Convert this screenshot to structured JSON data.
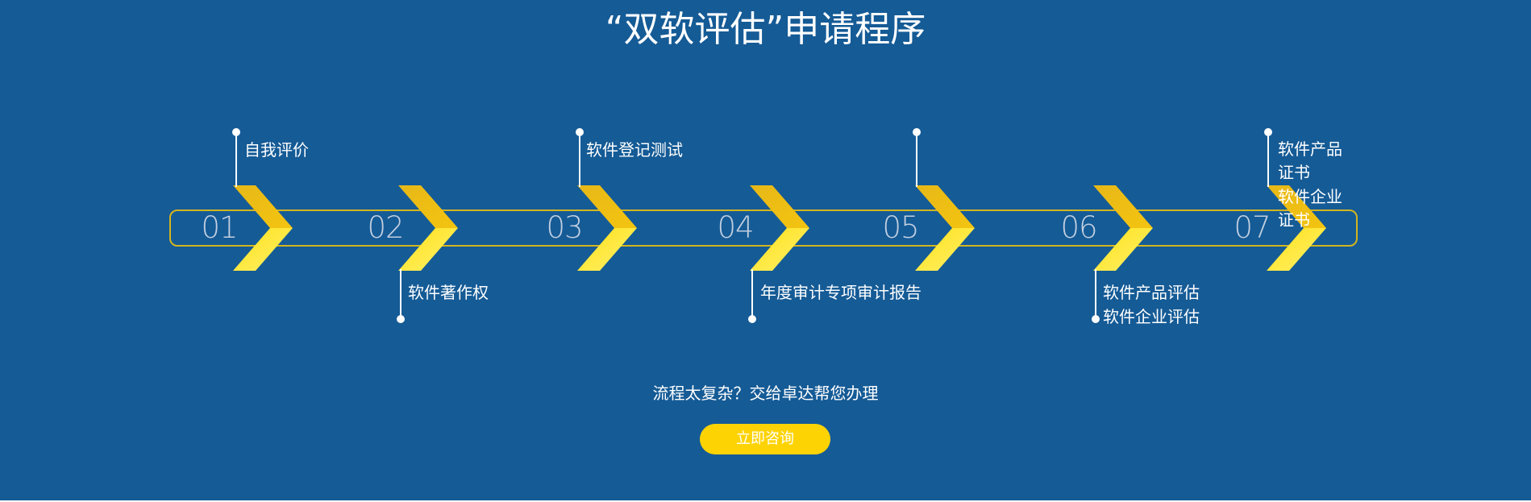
{
  "title": "“双软评估”申请程序",
  "steps": [
    {
      "number": "01",
      "label": "自我评价"
    },
    {
      "number": "02",
      "label": "软件著作权"
    },
    {
      "number": "03",
      "label": "软件登记测试"
    },
    {
      "number": "04",
      "label": "年度审计专项审计报告"
    },
    {
      "number": "05",
      "label": ""
    },
    {
      "number": "06",
      "lines": [
        "软件产品评估",
        "软件企业评估"
      ]
    },
    {
      "number": "07",
      "lines": [
        "软件产品证书",
        "软件企业证书"
      ]
    }
  ],
  "cta": {
    "text": "流程太复杂？交给卓达帮您办理",
    "button_label": "立即咨询"
  },
  "colors": {
    "background": "#155b96",
    "accent": "#fed304",
    "track_border": "#d4b51f"
  }
}
